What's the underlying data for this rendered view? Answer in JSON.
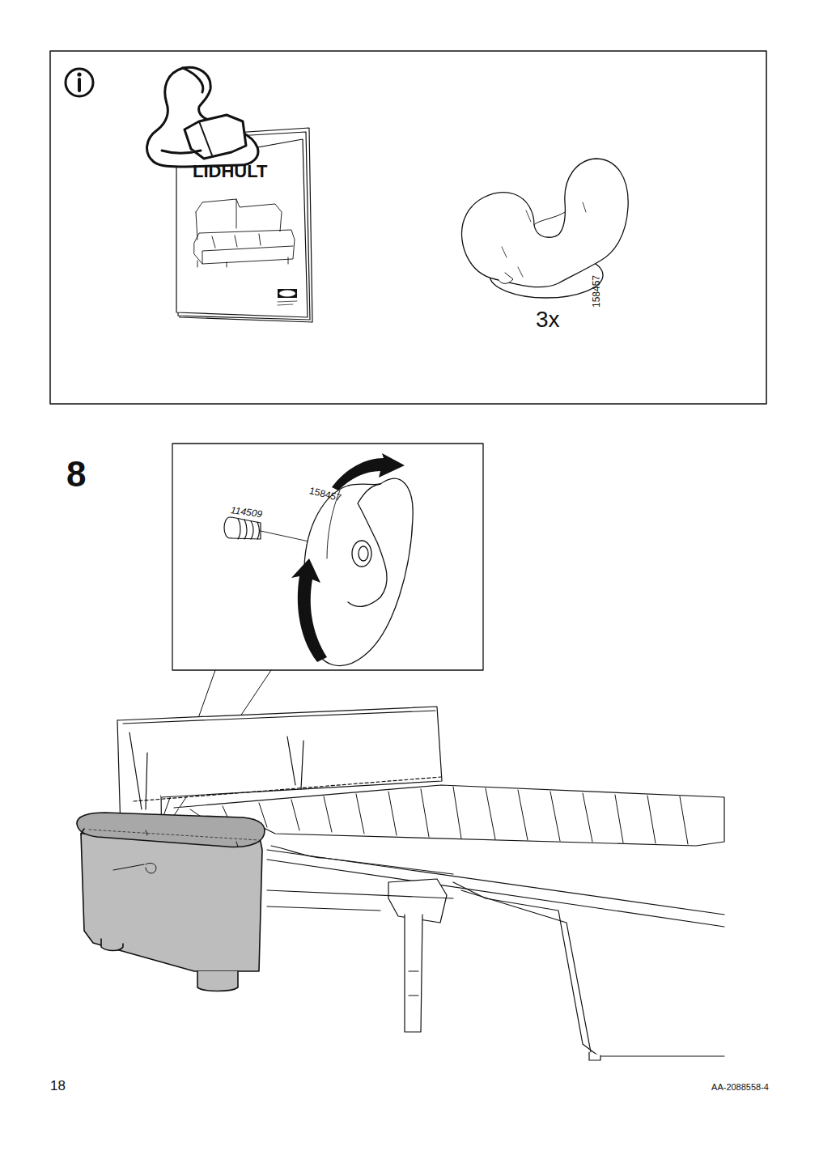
{
  "diagram": {
    "labels": [
      "LIDHULT",
      "158457",
      "3x",
      "8",
      "114509",
      "158457",
      "18",
      "AA-2088558-4"
    ]
  }
}
